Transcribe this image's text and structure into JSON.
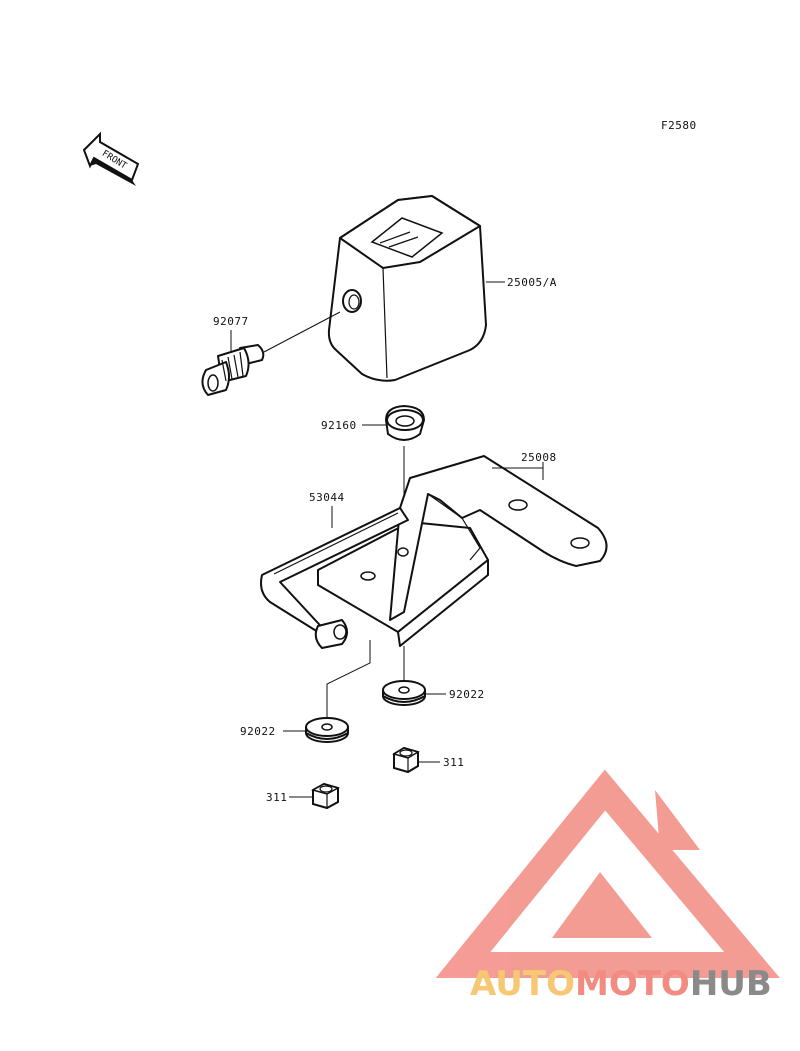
{
  "diagram": {
    "figure_code": "F2580",
    "front_arrow_text": "FRONT",
    "part_labels": {
      "meter_housing": "25005/A",
      "bulb_socket": "92077",
      "grommet": "92160",
      "bracket": "25008",
      "trim_edge": "53044",
      "washer_right": "92022",
      "washer_left": "92022",
      "nut_right": "311",
      "nut_left": "311"
    }
  },
  "watermark": {
    "brand_part1": "AUTO",
    "brand_part2": "MOTO",
    "brand_part3": "HUB",
    "colors": {
      "auto": "#f7c873",
      "moto": "#f28b82",
      "hub": "#8a8a8a",
      "logo": "#f28b82"
    }
  }
}
